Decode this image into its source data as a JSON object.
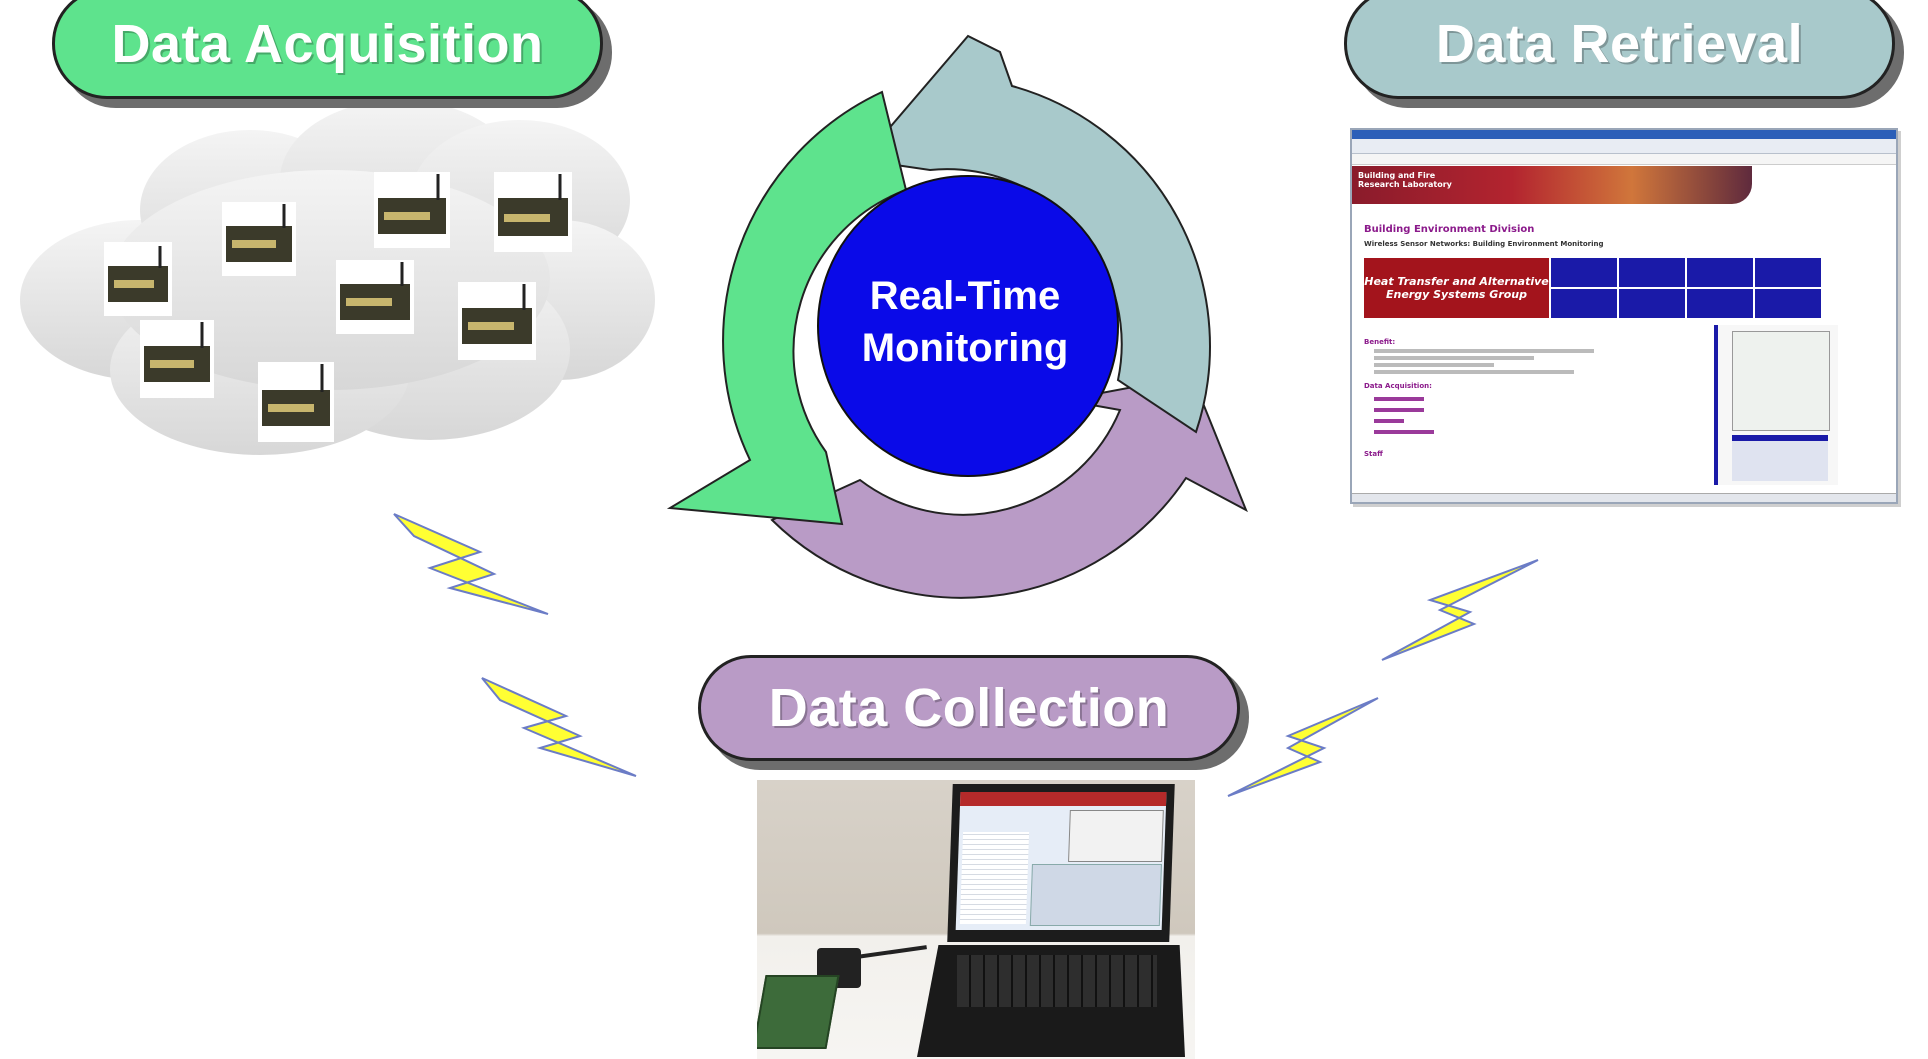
{
  "labels": {
    "acquisition": "Data Acquisition",
    "retrieval": "Data Retrieval",
    "collection": "Data Collection",
    "center_line1": "Real-Time",
    "center_line2": "Monitoring"
  },
  "colors": {
    "acquisition": "#5ee38d",
    "retrieval": "#a8c9cb",
    "collection": "#b99bc6",
    "center": "#0a0ae8",
    "lightning": "#ffff33"
  },
  "browser": {
    "banner_text": "Building and Fire Research Laboratory",
    "heading": "Building Environment Division",
    "subheading": "Wireless Sensor Networks: Building Environment Monitoring",
    "group_title": "Heat Transfer and Alternative Energy Systems Group",
    "section_benefit": "Benefit:",
    "section_data": "Data Acquisition:",
    "section_staff": "Staff"
  }
}
